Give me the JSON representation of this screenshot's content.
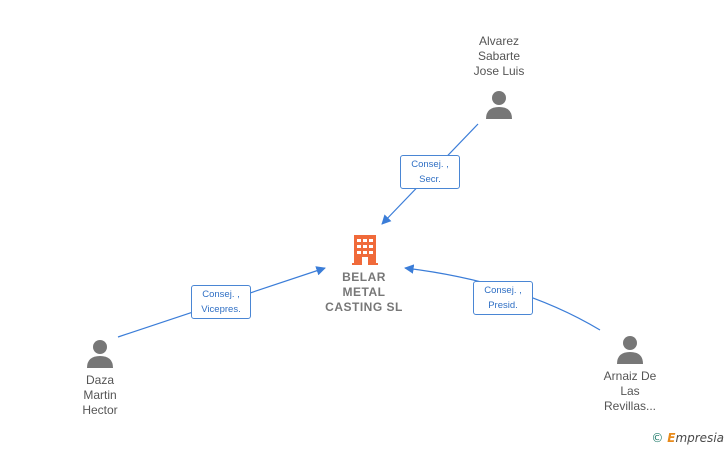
{
  "company": {
    "name_lines": [
      "BELAR",
      "METAL",
      "CASTING  SL"
    ],
    "icon": "building-icon",
    "color": "#f06a3a"
  },
  "people": [
    {
      "id": "alvarez",
      "name_lines": [
        "Alvarez",
        "Sabarte",
        "Jose Luis"
      ],
      "icon": "person-icon"
    },
    {
      "id": "daza",
      "name_lines": [
        "Daza",
        "Martin",
        "Hector"
      ],
      "icon": "person-icon"
    },
    {
      "id": "arnaiz",
      "name_lines": [
        "Arnaiz De",
        "Las",
        "Revillas..."
      ],
      "icon": "person-icon"
    }
  ],
  "roles": [
    {
      "person": "alvarez",
      "lines": [
        "Consej. ,",
        "Secr."
      ]
    },
    {
      "person": "daza",
      "lines": [
        "Consej. ,",
        "Vicepres."
      ]
    },
    {
      "person": "arnaiz",
      "lines": [
        "Consej. ,",
        "Presid."
      ]
    }
  ],
  "colors": {
    "edge": "#3b7dd8",
    "person_icon": "#777777"
  },
  "watermark": {
    "symbol": "©",
    "brand_initial": "E",
    "brand_rest": "mpresia"
  }
}
